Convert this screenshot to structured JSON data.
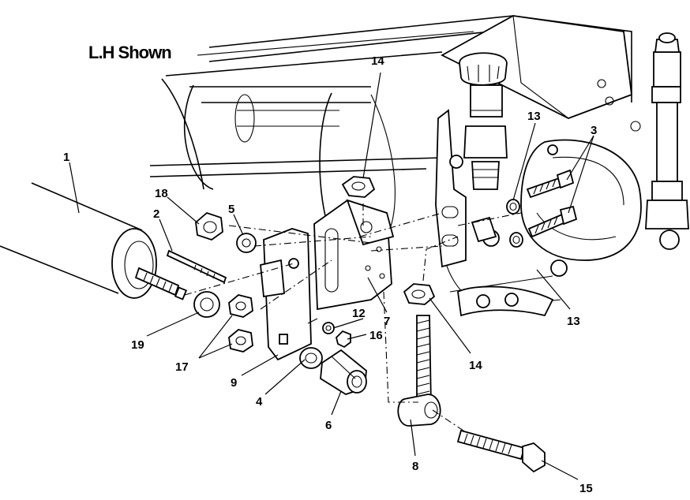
{
  "title": "L.H Shown",
  "callouts": {
    "c1": "1",
    "c2": "2",
    "c3": "3",
    "c4": "4",
    "c5": "5",
    "c6": "6",
    "c7": "7",
    "c8": "8",
    "c9": "9",
    "c12": "12",
    "c13a": "13",
    "c13b": "13",
    "c14a": "14",
    "c14b": "14",
    "c15": "15",
    "c16": "16",
    "c17": "17",
    "c18": "18",
    "c19": "19"
  }
}
